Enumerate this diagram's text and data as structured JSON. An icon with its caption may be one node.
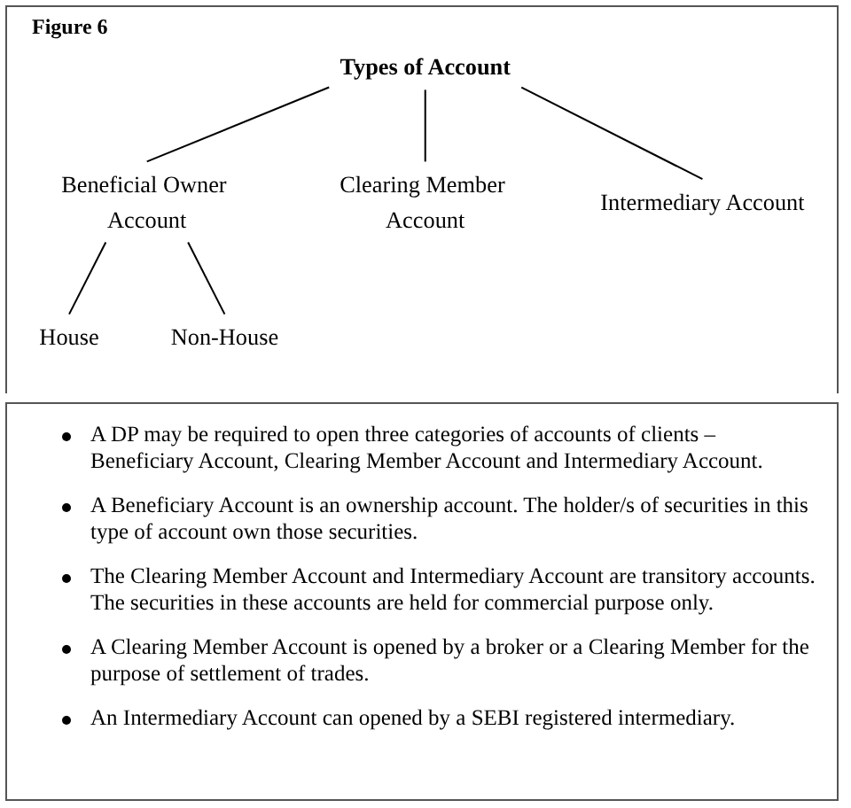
{
  "diagram": {
    "nodes": [
      {
        "text": [
          "Types of Account"
        ]
      },
      {
        "text": [
          "Beneficial Owner Account"
        ]
      },
      {
        "text": [
          "Clearing Member Account"
        ]
      },
      {
        "text": [
          "Intermediary Account"
        ]
      },
      {
        "text": [
          "House"
        ]
      },
      {
        "text": [
          "Non-House"
        ]
      }
    ],
    "edges": [
      {
        "from": 0,
        "to": 1,
        "arrow": "none"
      },
      {
        "from": 0,
        "to": 2,
        "arrow": "none"
      },
      {
        "from": 0,
        "to": 3,
        "arrow": "none"
      },
      {
        "from": 1,
        "to": 4,
        "arrow": "none"
      },
      {
        "from": 1,
        "to": 5,
        "arrow": "none"
      }
    ],
    "labels": [
      "Figure 6",
      "A DP may be required to open three categories of accounts of clients – Beneficiary Account, Clearing Member Account and Intermediary Account.",
      "A Beneficiary Account is an ownership account. The holder/s of securities in this type of account own those securities.",
      "The Clearing Member Account and Intermediary Account are transitory accounts. The securities in these accounts are held for commercial purpose only.",
      "A Clearing Member Account is opened by a broker or a Clearing Member for the purpose of settlement of trades.",
      "An Intermediary Account can opened by a SEBI registered intermediary."
    ]
  }
}
